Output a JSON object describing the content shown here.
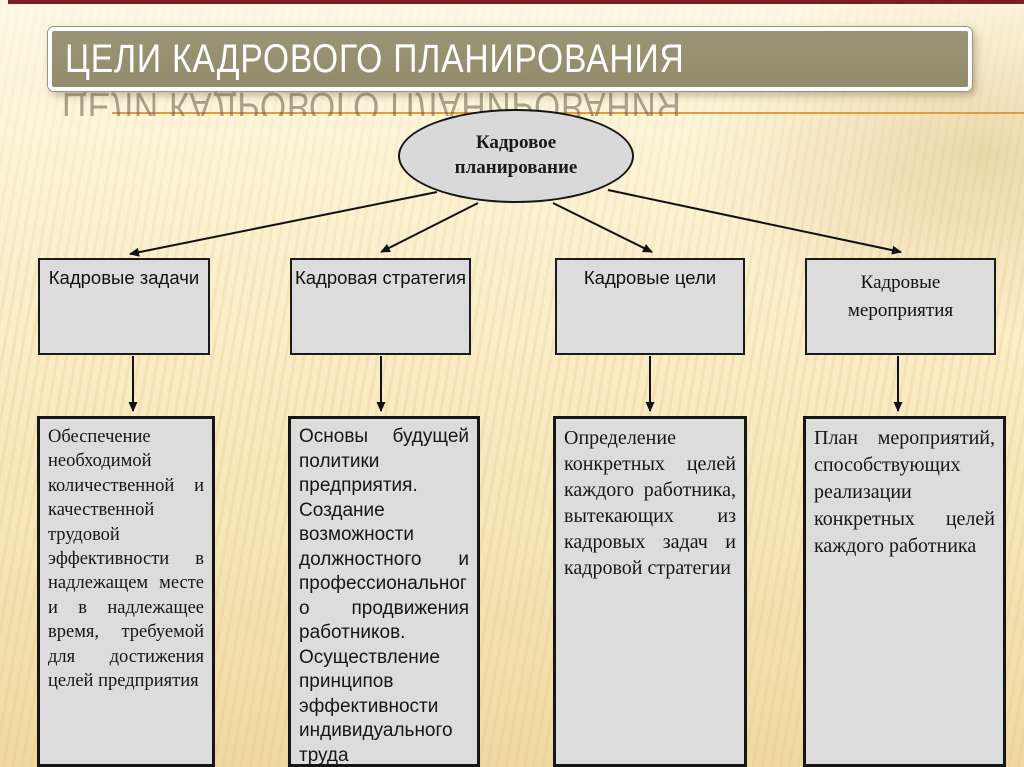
{
  "title": {
    "text": "ЦЕЛИ КАДРОВОГО ПЛАНИРОВАНИЯ"
  },
  "root": {
    "label": "Кадровое планирование"
  },
  "branches": [
    {
      "label": "Кадровые задачи",
      "description": "Обеспечение необходимой количественной и качественной трудовой эффективности в надлежащем месте и в надлежащее время, требуемой для достижения целей предприятия"
    },
    {
      "label": "Кадровая стратегия",
      "description": "Основы будущей политики предприятия. Создание возможности должностного и профессиональног о продвижения работников. Осуществление принципов эффективности индивидуального труда"
    },
    {
      "label": "Кадровые цели",
      "description": "Определение конкретных целей каждого работника, вытекающих из кадровых задач и кадровой стратегии"
    },
    {
      "label": "Кадровые мероприятия",
      "description": "План мероприятий, способствующих реализации конкретных целей каждого работника"
    }
  ],
  "colors": {
    "top_bar": "#7A1F1F",
    "title_bar_fill": "#97906F",
    "title_text": "#FFFFFF",
    "accent_line": "#E59B3E",
    "node_fill": "#DCDCDC",
    "node_border": "#1B1B1B",
    "background": "#FAEEC9"
  }
}
